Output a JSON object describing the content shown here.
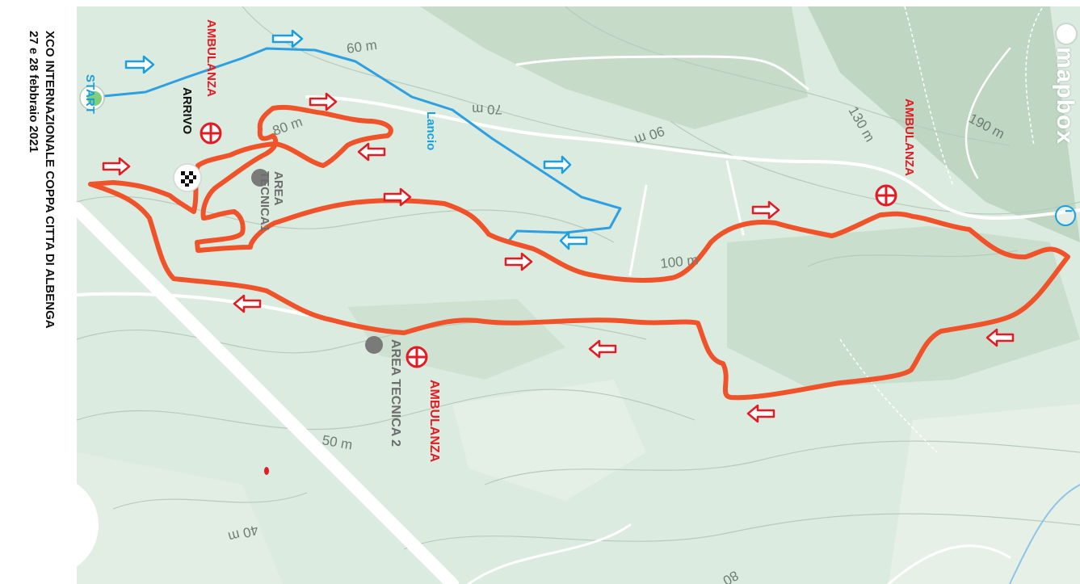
{
  "title": {
    "line1": "XCO INTERNAZIONALE  COPPA CITTA DI ALBENGA",
    "line2": "27 e 28 febbraio 2021"
  },
  "map_labels": {
    "start": "START",
    "arrivo": "ARRIVO",
    "lancio": "Lancio",
    "area_tecnica_1": "AREA TECNICA1",
    "area_tecnica_2": "AREA TECNICA 2",
    "ambulanza_1": "AMBULANZA",
    "ambulanza_2": "AMBULANZA",
    "ambulanza_3": "AMBULANZA"
  },
  "elevations": {
    "e60": "60 m",
    "e70": "70 m",
    "e90": "90 m",
    "e130": "130 m",
    "e190": "190 m",
    "e100": "100 m",
    "e50": "50 m",
    "e40": "40 m",
    "e80": "80",
    "e80b": "80 m"
  },
  "attribution": {
    "brand": "mapbox",
    "info": "i",
    "logo_icon": "mapbox-logo-icon",
    "info_icon": "info-icon"
  },
  "colors": {
    "route": "#f0522a",
    "launch": "#2e9fe0",
    "arrow_red": "#e31b23",
    "arrow_blue": "#1aa0de",
    "land": "#dbeadd"
  }
}
